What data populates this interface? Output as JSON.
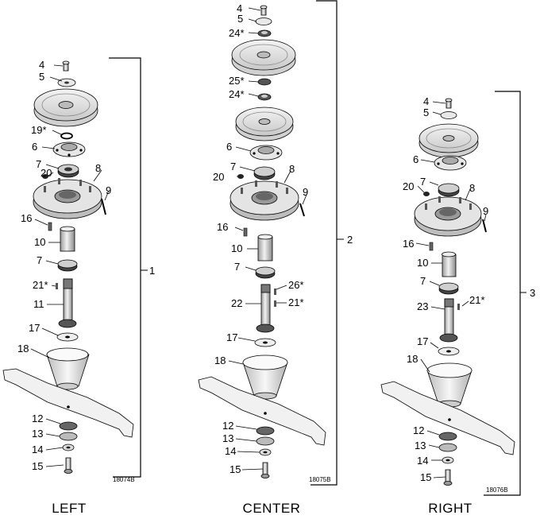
{
  "assemblies": [
    {
      "heading": "LEFT",
      "assembly_number": "1",
      "figure_code": "18074B",
      "callouts": [
        "4",
        "5",
        "19*",
        "6",
        "7",
        "20",
        "8",
        "9",
        "16",
        "10",
        "7",
        "21*",
        "11",
        "17",
        "18",
        "12",
        "13",
        "14",
        "15"
      ]
    },
    {
      "heading": "CENTER",
      "assembly_number": "2",
      "figure_code": "18075B",
      "callouts": [
        "4",
        "5",
        "24*",
        "25*",
        "24*",
        "6",
        "7",
        "20",
        "8",
        "9",
        "16",
        "10",
        "7",
        "26*",
        "21*",
        "22",
        "17",
        "18",
        "12",
        "13",
        "14",
        "15"
      ]
    },
    {
      "heading": "RIGHT",
      "assembly_number": "3",
      "figure_code": "18076B",
      "callouts": [
        "4",
        "5",
        "6",
        "7",
        "20",
        "8",
        "9",
        "16",
        "10",
        "7",
        "21*",
        "23",
        "17",
        "18",
        "12",
        "13",
        "14",
        "15"
      ]
    }
  ]
}
